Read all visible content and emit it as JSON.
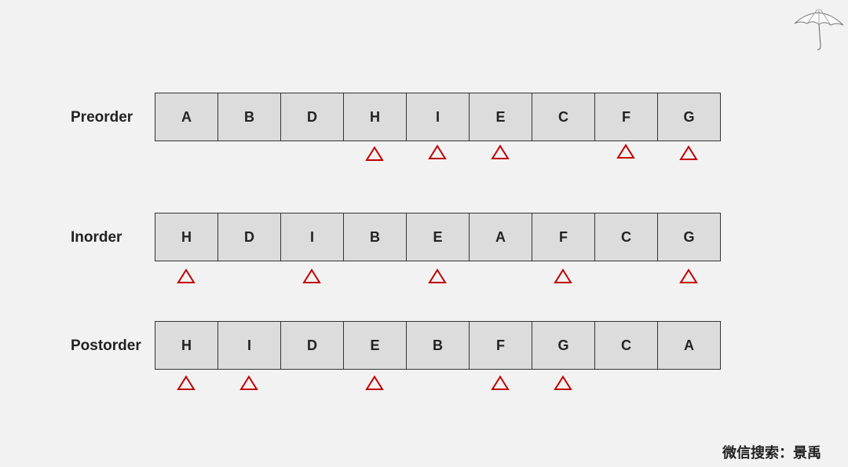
{
  "rows": [
    {
      "label": "Preorder",
      "cells": [
        "A",
        "B",
        "D",
        "H",
        "I",
        "E",
        "C",
        "F",
        "G"
      ],
      "marked": [
        3,
        4,
        5,
        7,
        8
      ]
    },
    {
      "label": "Inorder",
      "cells": [
        "H",
        "D",
        "I",
        "B",
        "E",
        "A",
        "F",
        "C",
        "G"
      ],
      "marked": [
        0,
        2,
        4,
        6,
        8
      ]
    },
    {
      "label": "Postorder",
      "cells": [
        "H",
        "I",
        "D",
        "E",
        "B",
        "F",
        "G",
        "C",
        "A"
      ],
      "marked": [
        0,
        1,
        3,
        5,
        6
      ]
    }
  ],
  "marker_color": "#c00000",
  "watermark": "微信搜索：景禹",
  "logo_icon": "umbrella-icon"
}
